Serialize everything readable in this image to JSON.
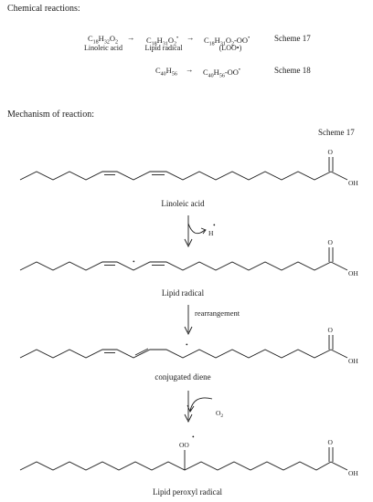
{
  "headings": {
    "reactions": "Chemical reactions:",
    "mechanism": "Mechanism of reaction:"
  },
  "reactions": {
    "r1": {
      "f1_pre": "C",
      "f1_s1": "18",
      "f1_mid": "H",
      "f1_s2": "32",
      "f1_mid2": "O",
      "f1_s3": "2",
      "f2_pre": "C",
      "f2_s1": "18",
      "f2_mid": "H",
      "f2_s2": "31",
      "f2_mid2": "O",
      "f2_s3": "2",
      "f2_dot": "•",
      "f3_pre": "C",
      "f3_s1": "18",
      "f3_mid": "H",
      "f3_s2": "31",
      "f3_mid2": "O",
      "f3_s3": "2",
      "f3_tail": "-OO",
      "f3_dot": "•",
      "arrow": "→",
      "label1": "Linoleic acid",
      "label2": "Lipid radical",
      "label3": "(LOO•)",
      "scheme": "Scheme 17"
    },
    "r2": {
      "f1_pre": "C",
      "f1_s1": "40",
      "f1_mid": "H",
      "f1_s2": "56",
      "f2_pre": "C",
      "f2_s1": "40",
      "f2_mid": "H",
      "f2_s2": "56",
      "f2_tail": "-OO",
      "f2_dot": "•",
      "arrow": "→",
      "scheme": "Scheme 18"
    }
  },
  "mechanism": {
    "scheme_label": "Scheme 17",
    "atoms": {
      "oxygen": "O",
      "hydroxyl": "OH",
      "radical_dot": "•",
      "peroxyl": "OO",
      "hydrogen": "H",
      "o2_o": "O",
      "o2_sub": "2"
    },
    "molecules": [
      "Linoleic acid",
      "Lipid radical",
      "conjugated diene",
      "Lipid peroxyl radical"
    ],
    "steps": [
      "rearrangement"
    ]
  }
}
